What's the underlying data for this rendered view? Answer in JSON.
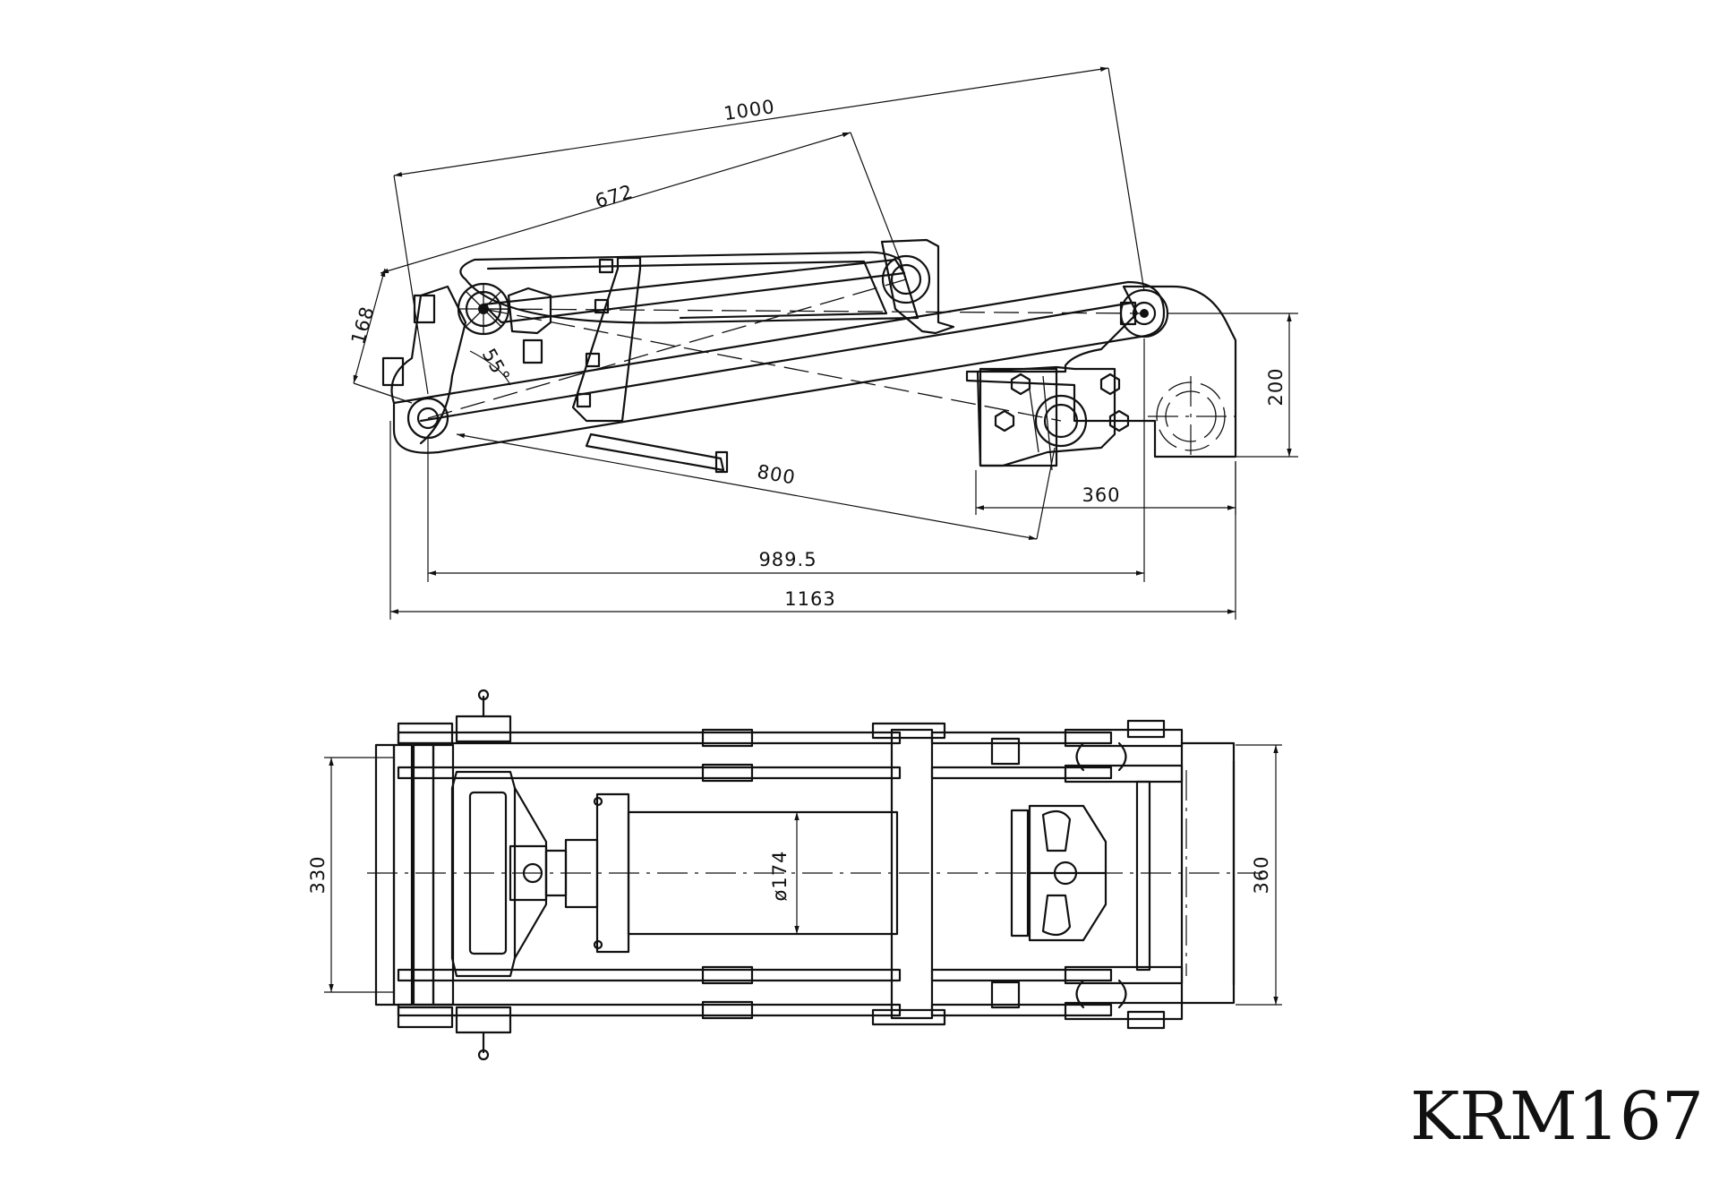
{
  "drawing": {
    "model_label": "KRM167",
    "side_view": {
      "dimensions": {
        "overall_reach": "1000",
        "arm_length": "672",
        "offset_small": "168",
        "angle": "55°",
        "base_length": "800",
        "base_height": "200",
        "mount_width": "360",
        "pivot_span": "989.5",
        "overall_length": "1163"
      }
    },
    "top_view": {
      "dimensions": {
        "left_width": "330",
        "right_width": "360",
        "cylinder_diameter": "ø174"
      }
    }
  }
}
